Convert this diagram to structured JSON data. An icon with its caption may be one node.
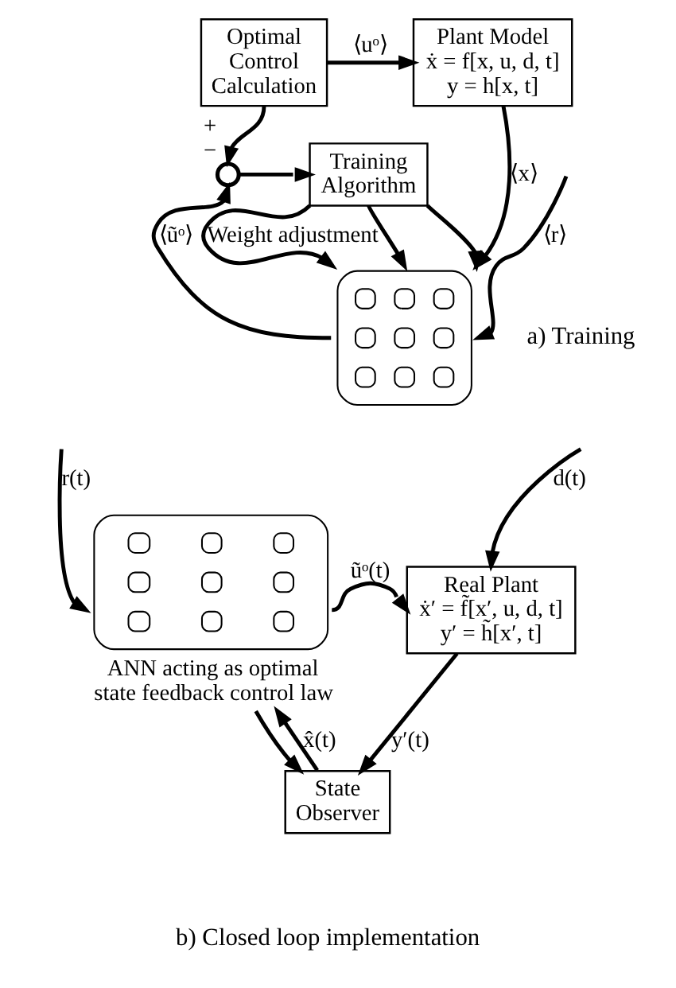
{
  "diagram": {
    "nodes": [
      {
        "text": [
          "Optimal Control Calculation"
        ]
      },
      {
        "text": [
          "Plant Model",
          "ẋ = f[x, u, d, t]",
          "y = h[x, t]"
        ]
      },
      {
        "text": [],
        "shape": "circle",
        "beside": [
          "+",
          "−"
        ]
      },
      {
        "text": [
          "Training Algorithm"
        ]
      },
      {
        "text": [],
        "shape": "picture"
      },
      {
        "text": [],
        "shape": "picture",
        "beside": [
          "ANN acting as optimal state feedback control law"
        ]
      },
      {
        "text": [
          "Real Plant",
          "ẋ′ = f̃[x′, u, d, t]",
          "y′ = h̃[x′, t]"
        ]
      },
      {
        "text": [
          "State Observer"
        ]
      }
    ],
    "edges": [
      {
        "from": 0,
        "to": 1,
        "arrow": "to",
        "label": "⟨uᵒ⟩"
      },
      {
        "from": 0,
        "to": 2,
        "arrow": "to"
      },
      {
        "from": 2,
        "to": 3,
        "arrow": "to"
      },
      {
        "from": 3,
        "to": 4,
        "arrow": "to",
        "label": "Weight adjustment"
      },
      {
        "from": 3,
        "to": 4,
        "arrow": "to"
      },
      {
        "from": 3,
        "to": 4,
        "arrow": "to"
      },
      {
        "from": 4,
        "to": 2,
        "arrow": "to",
        "label": "⟨ũᵒ⟩"
      },
      {
        "from": 1,
        "to": 4,
        "arrow": "to",
        "label": "⟨x⟩"
      },
      {
        "from": null,
        "to": 4,
        "arrow": "to",
        "label": "⟨r⟩"
      },
      {
        "from": null,
        "to": 5,
        "arrow": "to",
        "label": "r(t)"
      },
      {
        "from": 7,
        "to": 5,
        "arrow": "to",
        "label": "x̂(t)"
      },
      {
        "from": 5,
        "to": 6,
        "arrow": "to",
        "label": "ũᵒ(t)"
      },
      {
        "from": 5,
        "to": 7,
        "arrow": "to"
      },
      {
        "from": null,
        "to": 6,
        "arrow": "to",
        "label": "d(t)"
      },
      {
        "from": 6,
        "to": 7,
        "arrow": "to",
        "label": "y′(t)"
      }
    ],
    "labels": [
      "a) Training",
      "b) Closed loop implementation"
    ]
  }
}
